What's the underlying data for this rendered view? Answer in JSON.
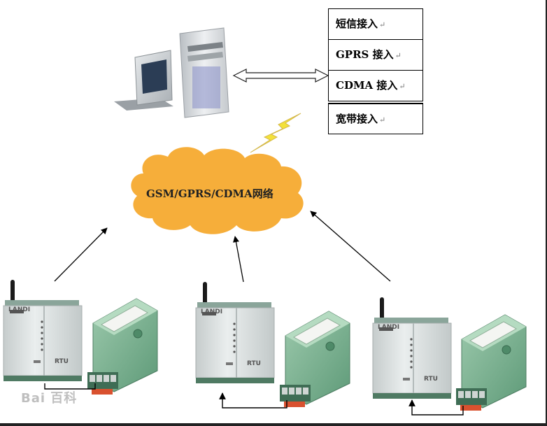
{
  "access_methods": [
    {
      "label": "短信接入",
      "mark": "↵"
    },
    {
      "label": "GPRS 接入",
      "mark": "↵"
    },
    {
      "label": "CDMA 接入",
      "mark": "↵"
    },
    {
      "label": "宽带接入",
      "mark": "↵"
    }
  ],
  "network": {
    "label": "GSM/GPRS/CDMA网络",
    "color": "#f6ae3a"
  },
  "devices": [
    {
      "label": "RTU",
      "brand": "LANDI"
    },
    {
      "label": "RTU",
      "brand": "LANDI"
    },
    {
      "label": "RTU",
      "brand": "LANDI"
    }
  ],
  "watermark": "Bai 百科",
  "colors": {
    "device_body": "#d9dede",
    "module_green": "#7fb596",
    "lightning": "#f3e13a"
  }
}
